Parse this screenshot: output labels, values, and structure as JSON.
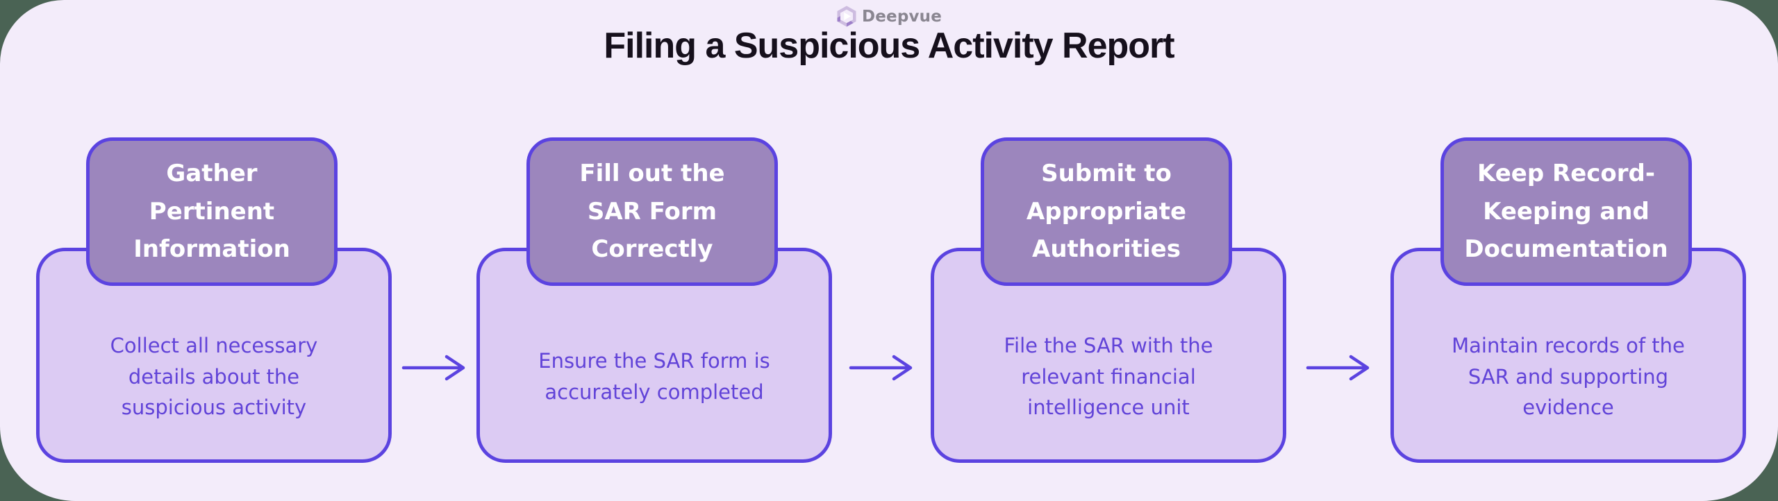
{
  "logo": {
    "brand": "Deepvue",
    "icon": "deepvue-hexagon-icon"
  },
  "title": "Filing a Suspicious Activity Report",
  "colors": {
    "page_background": "#4a6354",
    "panel_background": "#f3ecfa",
    "accent_violet_border": "#5b43e0",
    "heading_box_fill": "#9c86bd",
    "heading_text": "#ffffff",
    "description_box_fill": "#dccbf3",
    "description_text": "#6143d8",
    "title_text": "#16101c",
    "brand_text": "#8a8691"
  },
  "steps": [
    {
      "heading": "Gather\nPertinent\nInformation",
      "description": "Collect all necessary\ndetails about the\nsuspicious activity"
    },
    {
      "heading": "Fill out the\nSAR Form\nCorrectly",
      "description": "Ensure the SAR form is\naccurately completed"
    },
    {
      "heading": "Submit to\nAppropriate\nAuthorities",
      "description": "File the SAR with the\nrelevant financial\nintelligence unit"
    },
    {
      "heading": "Keep Record-\nKeeping and\nDocumentation",
      "description": "Maintain records of the\nSAR and supporting\nevidence"
    }
  ]
}
